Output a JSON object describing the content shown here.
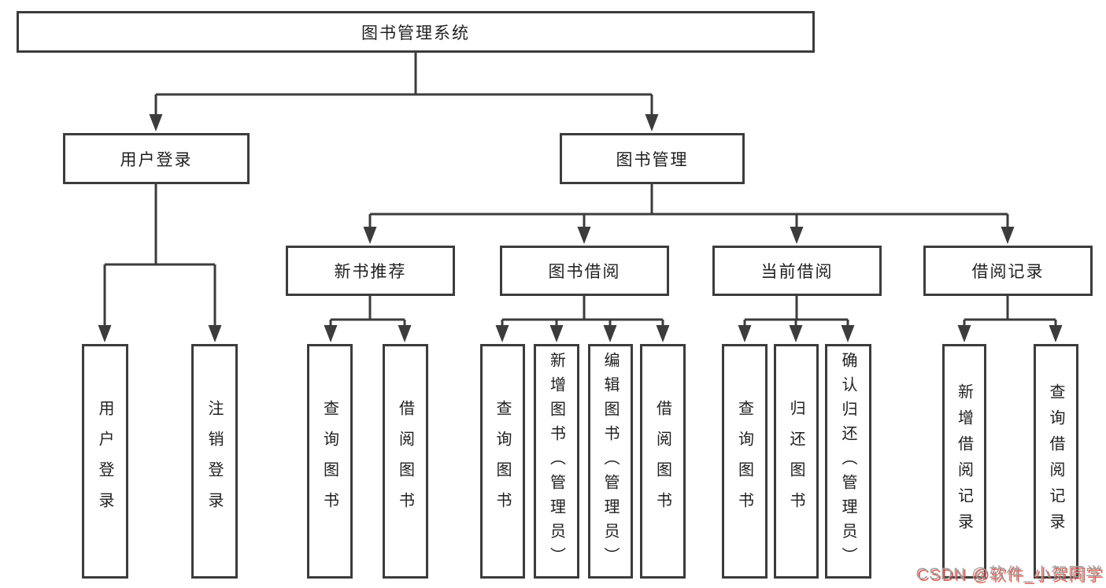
{
  "diagram": {
    "tree": {
      "label": "图书管理系统",
      "children": [
        {
          "label": "用户登录",
          "children": [
            {
              "label": "用户登录"
            },
            {
              "label": "注销登录"
            }
          ]
        },
        {
          "label": "图书管理",
          "children": [
            {
              "label": "新书推荐",
              "children": [
                {
                  "label": "查询图书"
                },
                {
                  "label": "借阅图书"
                }
              ]
            },
            {
              "label": "图书借阅",
              "children": [
                {
                  "label": "查询图书"
                },
                {
                  "label": "新增图书（管理员）"
                },
                {
                  "label": "编辑图书（管理员）"
                },
                {
                  "label": "借阅图书"
                }
              ]
            },
            {
              "label": "当前借阅",
              "children": [
                {
                  "label": "查询图书"
                },
                {
                  "label": "归还图书"
                },
                {
                  "label": "确认归还（管理员）"
                }
              ]
            },
            {
              "label": "借阅记录",
              "children": [
                {
                  "label": "新增借阅记录"
                },
                {
                  "label": "查询借阅记录"
                }
              ]
            }
          ]
        }
      ]
    },
    "colors": {
      "line": "#3c3c3c",
      "text": "#1f1f1f",
      "background": "#ffffff"
    }
  },
  "watermark": {
    "text": "CSDN @软件_小贺同学",
    "color": "#a0a0a0",
    "shadow_color": "#e34234"
  }
}
